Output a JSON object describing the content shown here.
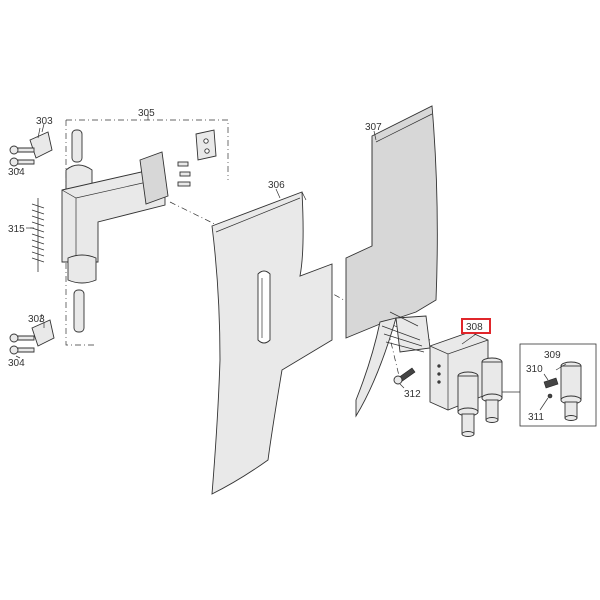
{
  "callouts": {
    "c303_top": "303",
    "c304_top": "304",
    "c305": "305",
    "c306": "306",
    "c307": "307",
    "c315": "315",
    "c303_bottom": "303",
    "c304_bottom": "304",
    "c308": "308",
    "c309": "309",
    "c310": "310",
    "c311": "311",
    "c312": "312"
  },
  "colors": {
    "highlight": "#e0262b",
    "line": "#333333",
    "part_fill": "#e9e9e9"
  }
}
